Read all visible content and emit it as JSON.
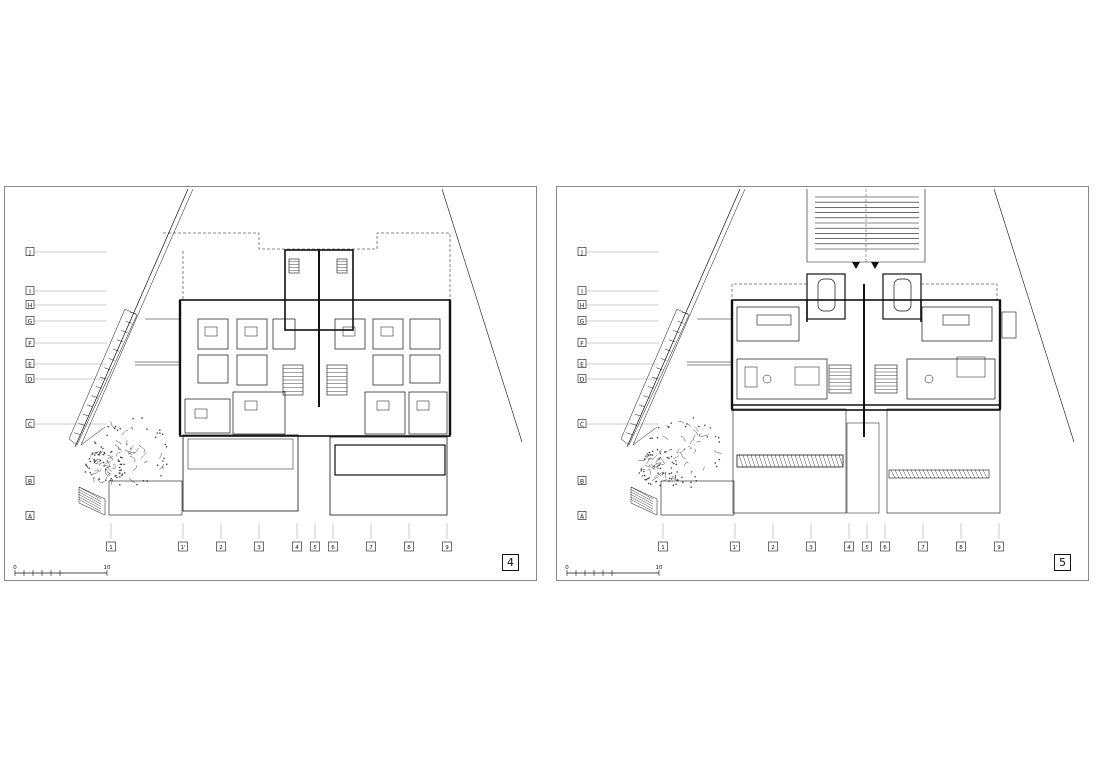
{
  "plans": [
    {
      "id": "4",
      "number": "4",
      "scale": {
        "start": "0",
        "end": "10"
      },
      "variant": "upper"
    },
    {
      "id": "5",
      "number": "5",
      "scale": {
        "start": "0",
        "end": "10"
      },
      "variant": "ground"
    }
  ],
  "row_grid": [
    "J",
    "I",
    "H",
    "G",
    "F",
    "E",
    "D",
    "C",
    "B",
    "A"
  ],
  "column_grid": [
    "1",
    "1'",
    "2",
    "3",
    "4",
    "5",
    "6",
    "7",
    "8",
    "9"
  ],
  "colors": {
    "line": "#111111",
    "thin_line": "#555555",
    "frame": "#8a8a8a",
    "tree": "#444444"
  }
}
